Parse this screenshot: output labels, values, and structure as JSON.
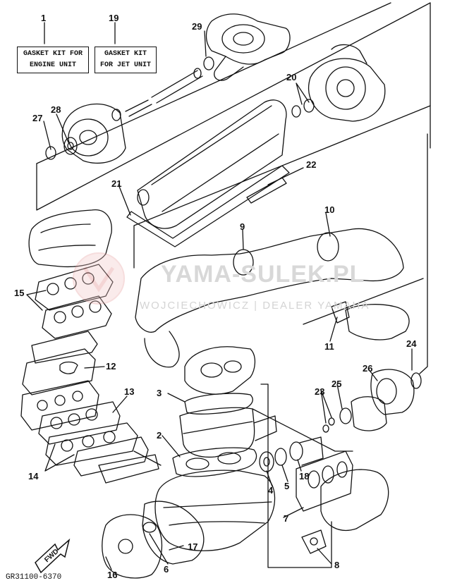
{
  "diagram": {
    "kits": [
      {
        "num": "1",
        "lines": [
          "GASKET KIT FOR",
          "ENGINE UNIT"
        ]
      },
      {
        "num": "19",
        "lines": [
          "GASKET KIT",
          "FOR JET UNIT"
        ]
      }
    ],
    "callouts": [
      "29",
      "20",
      "28",
      "27",
      "21",
      "22",
      "10",
      "9",
      "15",
      "11",
      "24",
      "12",
      "26",
      "23",
      "25",
      "3",
      "13",
      "2",
      "14",
      "4",
      "5",
      "18",
      "7",
      "17",
      "6",
      "16",
      "8"
    ],
    "watermark": {
      "title": "YAMA-SULEK.PL",
      "subtitle": "WOJCIECHOWICZ | DEALER YAMAHA"
    },
    "fwd_label": "FWD",
    "diagram_code": "GR31100-6370"
  }
}
